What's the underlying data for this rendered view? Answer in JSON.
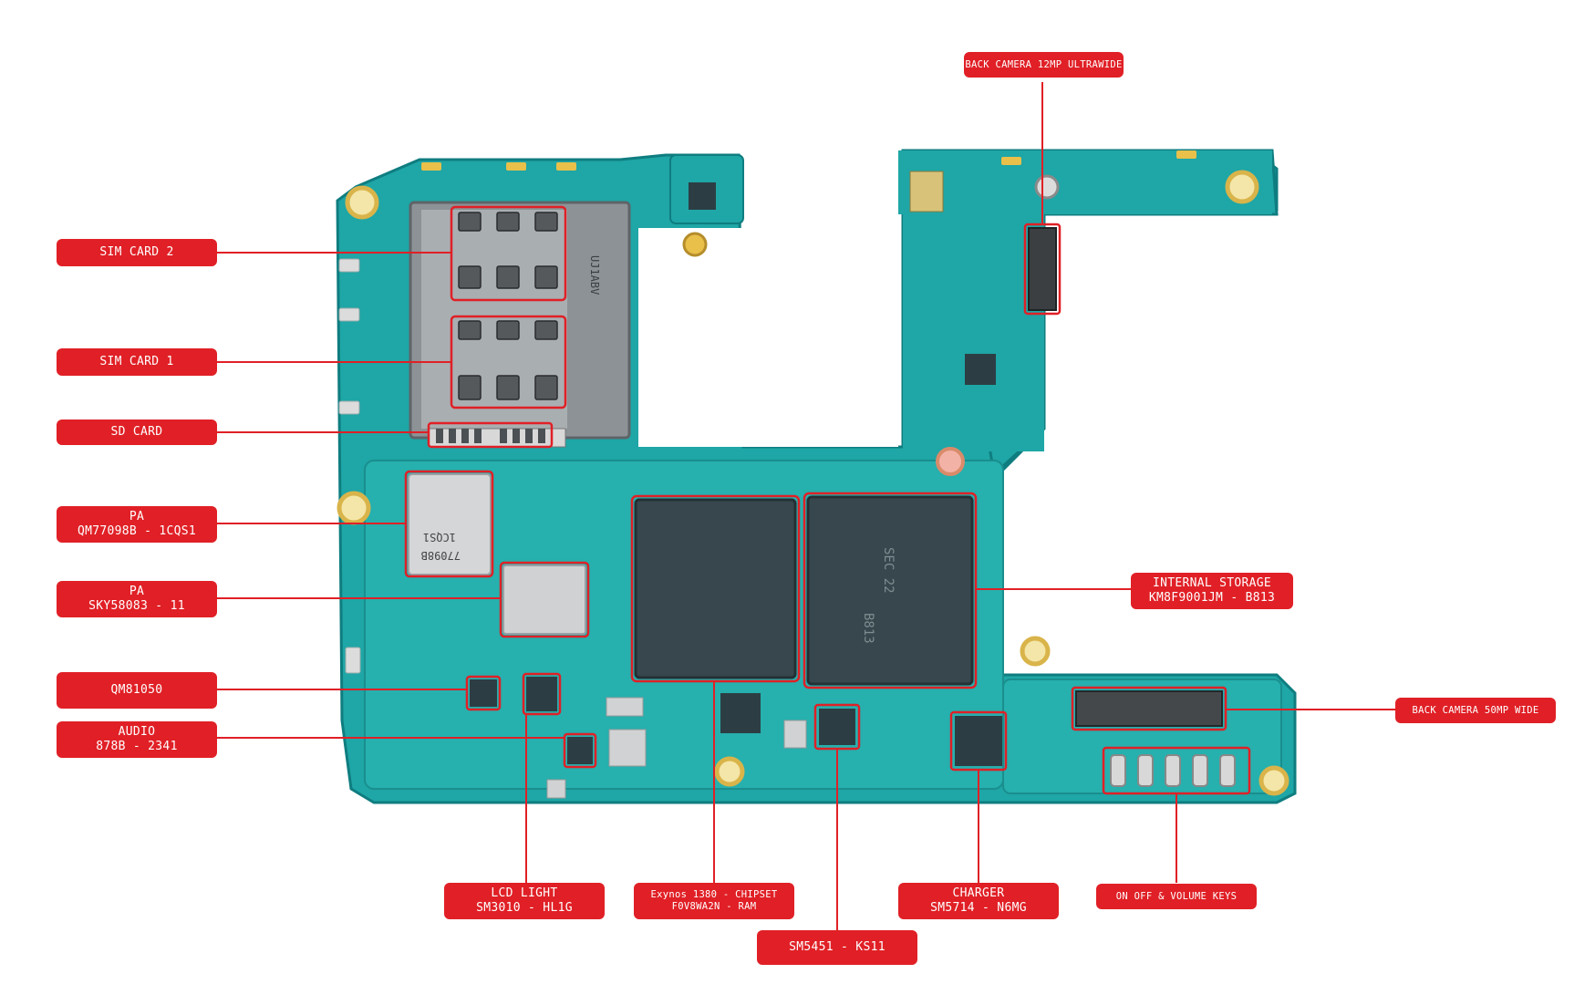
{
  "callouts": {
    "back_camera_ultrawide": "BACK CAMERA 12MP ULTRAWIDE",
    "sim_card_2": "SIM CARD 2",
    "sim_card_1": "SIM CARD 1",
    "sd_card": "SD CARD",
    "pa_qm77098b": [
      "PA",
      "QM77098B - 1CQS1"
    ],
    "pa_sky58083": [
      "PA",
      "SKY58083 - 11"
    ],
    "qm81050": "QM81050",
    "audio": [
      "AUDIO",
      "878B - 2341"
    ],
    "internal_storage": [
      "INTERNAL STORAGE",
      "KM8F9001JM - B813"
    ],
    "back_camera_wide": "BACK CAMERA 50MP WIDE",
    "lcd_light": [
      "LCD LIGHT",
      "SM3010 - HL1G"
    ],
    "chipset": [
      "Exynos 1380 - CHIPSET",
      "F0V8WA2N - RAM"
    ],
    "sm5451": "SM5451 - KS11",
    "charger": [
      "CHARGER",
      "SM5714 - N6MG"
    ],
    "keys": "ON OFF & VOLUME KEYS"
  },
  "board_markings": {
    "sim_tray": "UJ1ABV",
    "pa_chip": [
      "1CQS1",
      "77098B"
    ],
    "storage_chip": [
      "SEC 22",
      "B813"
    ]
  },
  "colors": {
    "board": "#1fa6a6",
    "board_dark": "#0f7d80",
    "callout": "#e02026",
    "chip": "#2c3e44",
    "gold": "#e8c04a"
  }
}
